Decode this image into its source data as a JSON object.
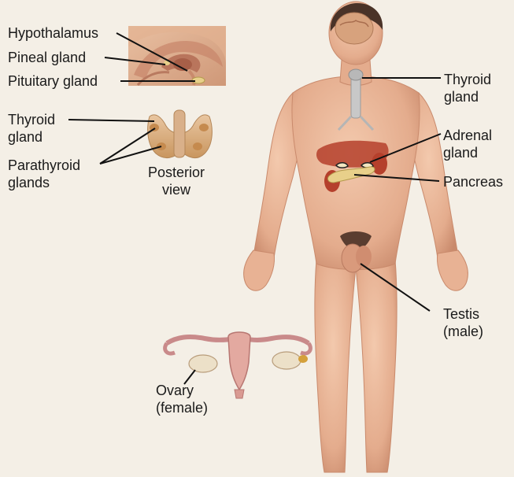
{
  "labels": {
    "hypothalamus": "Hypothalamus",
    "pineal_gland": "Pineal gland",
    "pituitary_gland": "Pituitary gland",
    "thyroid_left": "Thyroid\ngland",
    "parathyroid": "Parathyroid\nglands",
    "posterior_view": "Posterior\nview",
    "thyroid_right": "Thyroid\ngland",
    "adrenal": "Adrenal\ngland",
    "pancreas": "Pancreas",
    "testis": "Testis\n(male)",
    "ovary": "Ovary\n(female)"
  },
  "colors": {
    "background": "#f4efe6",
    "skin": "#e9b79a",
    "skin_shadow": "#c98a6c",
    "brain": "#d7a27d",
    "organ_red": "#b5402c",
    "gland_yellow": "#e8d08a",
    "thyroid_gray": "#b8b8b8"
  }
}
